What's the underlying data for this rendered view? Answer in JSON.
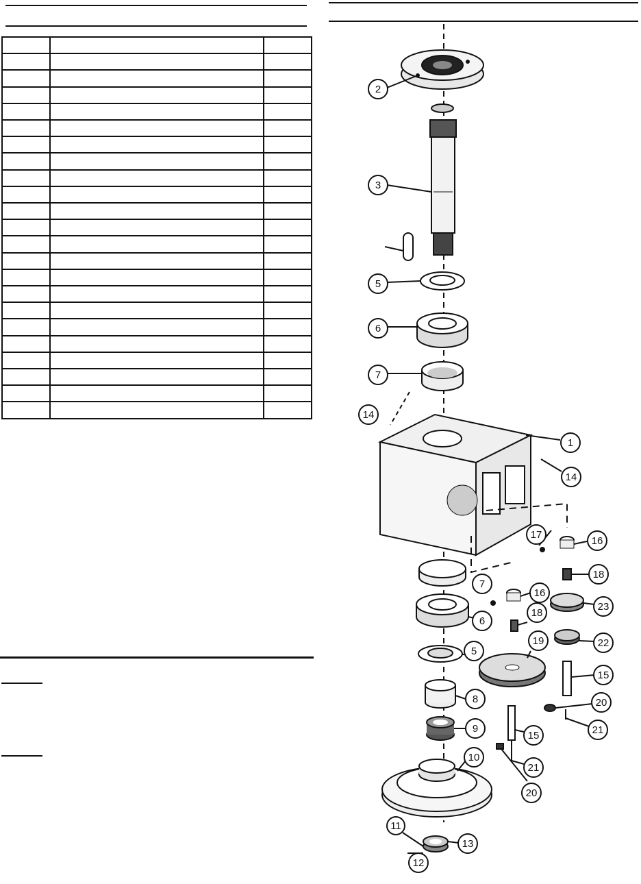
{
  "parts_table": {
    "rows": 23,
    "cells": []
  },
  "diagram": {
    "callouts": [
      {
        "id": "2"
      },
      {
        "id": "3"
      },
      {
        "id": "5"
      },
      {
        "id": "6"
      },
      {
        "id": "7"
      },
      {
        "id": "14"
      },
      {
        "id": "1"
      },
      {
        "id": "14"
      },
      {
        "id": "17"
      },
      {
        "id": "16"
      },
      {
        "id": "16"
      },
      {
        "id": "18"
      },
      {
        "id": "23"
      },
      {
        "id": "7"
      },
      {
        "id": "18"
      },
      {
        "id": "6"
      },
      {
        "id": "22"
      },
      {
        "id": "19"
      },
      {
        "id": "5"
      },
      {
        "id": "15"
      },
      {
        "id": "8"
      },
      {
        "id": "20"
      },
      {
        "id": "21"
      },
      {
        "id": "9"
      },
      {
        "id": "15"
      },
      {
        "id": "10"
      },
      {
        "id": "21"
      },
      {
        "id": "20"
      },
      {
        "id": "11"
      },
      {
        "id": "13"
      },
      {
        "id": "12"
      }
    ]
  }
}
